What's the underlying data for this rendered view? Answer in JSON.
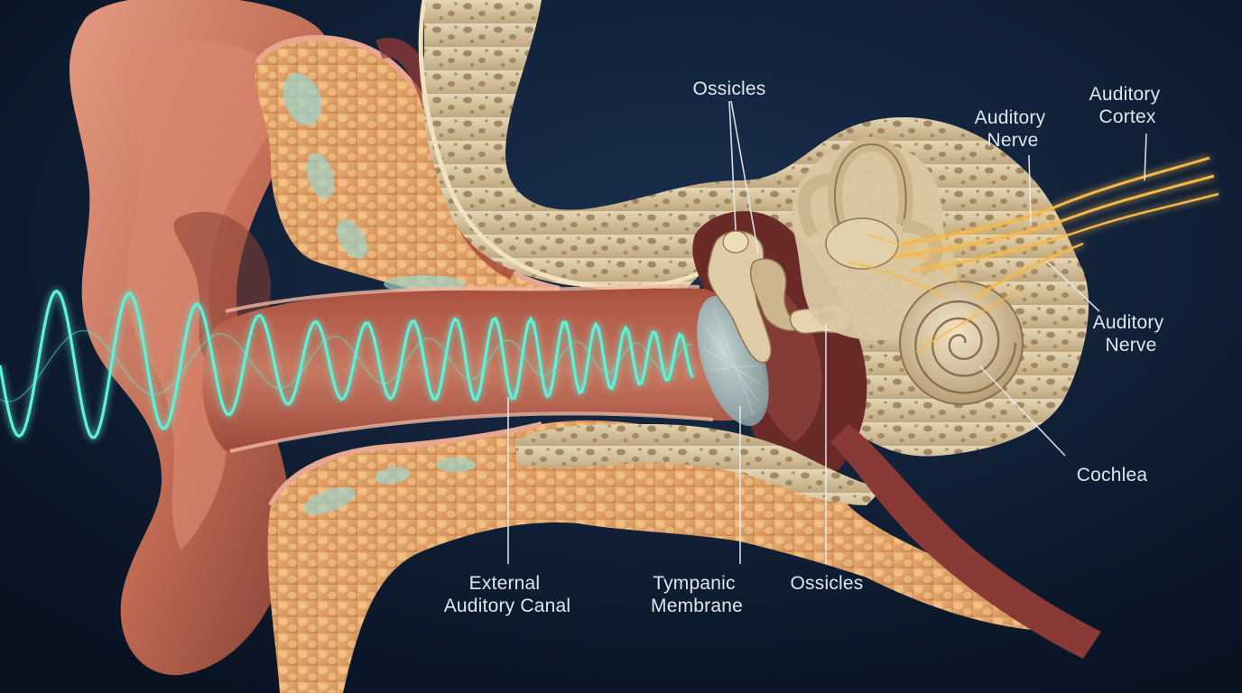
{
  "labels": {
    "ossicles_top": "Ossicles",
    "auditory_nerve_top": [
      "Auditory",
      "Nerve"
    ],
    "auditory_cortex": [
      "Auditory",
      "Cortex"
    ],
    "auditory_nerve_right": [
      "Auditory",
      "Nerve"
    ],
    "cochlea": "Cochlea",
    "external_canal": [
      "External",
      "Auditory Canal"
    ],
    "tympanic_membrane": [
      "Tympanic",
      "Membrane"
    ],
    "ossicles_bottom": "Ossicles"
  },
  "colors": {
    "background": "#0b1a30",
    "sound_wave": "#5ef2d8",
    "nerve_glow": "#f5b94a",
    "bone": "#d8c7a4",
    "skin": "#c97a62",
    "label_text": "#dfe5ec"
  }
}
